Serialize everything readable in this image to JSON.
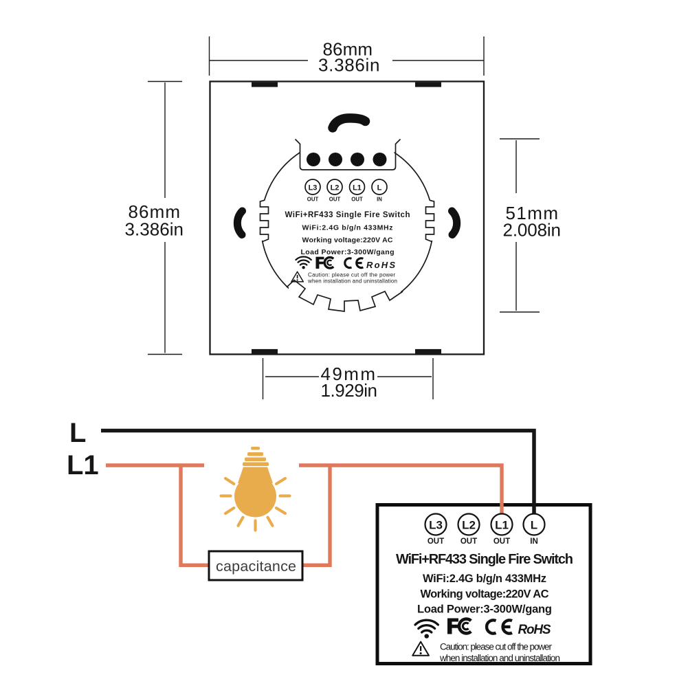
{
  "panel": {
    "dimensions": {
      "width": {
        "mm": "86mm",
        "inch": "3.386in"
      },
      "height": {
        "mm": "86mm",
        "inch": "3.386in"
      },
      "module": {
        "mm": "51mm",
        "inch": "2.008in"
      },
      "mount": {
        "mm": "49mm",
        "inch": "1.929in"
      }
    }
  },
  "module": {
    "terminals": [
      {
        "label": "L3",
        "sub": "OUT"
      },
      {
        "label": "L2",
        "sub": "OUT"
      },
      {
        "label": "L1",
        "sub": "OUT"
      },
      {
        "label": "L",
        "sub": "IN"
      }
    ],
    "title": "WiFi+RF433 Single Fire Switch",
    "specs": [
      "WiFi:2.4G b/g/n 433MHz",
      "Working voltage:220V AC",
      "Load Power:3-300W/gang"
    ],
    "rohs": "RoHS",
    "caution1": "Caution: please cut off the power",
    "caution2": "when installation and uninstallation"
  },
  "wiring": {
    "live_label": "L",
    "load_label": "L1",
    "capacitance_label": "capacitance"
  },
  "colors": {
    "ink": "#1a1a1a",
    "live_wire": "#161616",
    "load_wire": "#e0795b",
    "bulb": "#e8ac4d"
  }
}
